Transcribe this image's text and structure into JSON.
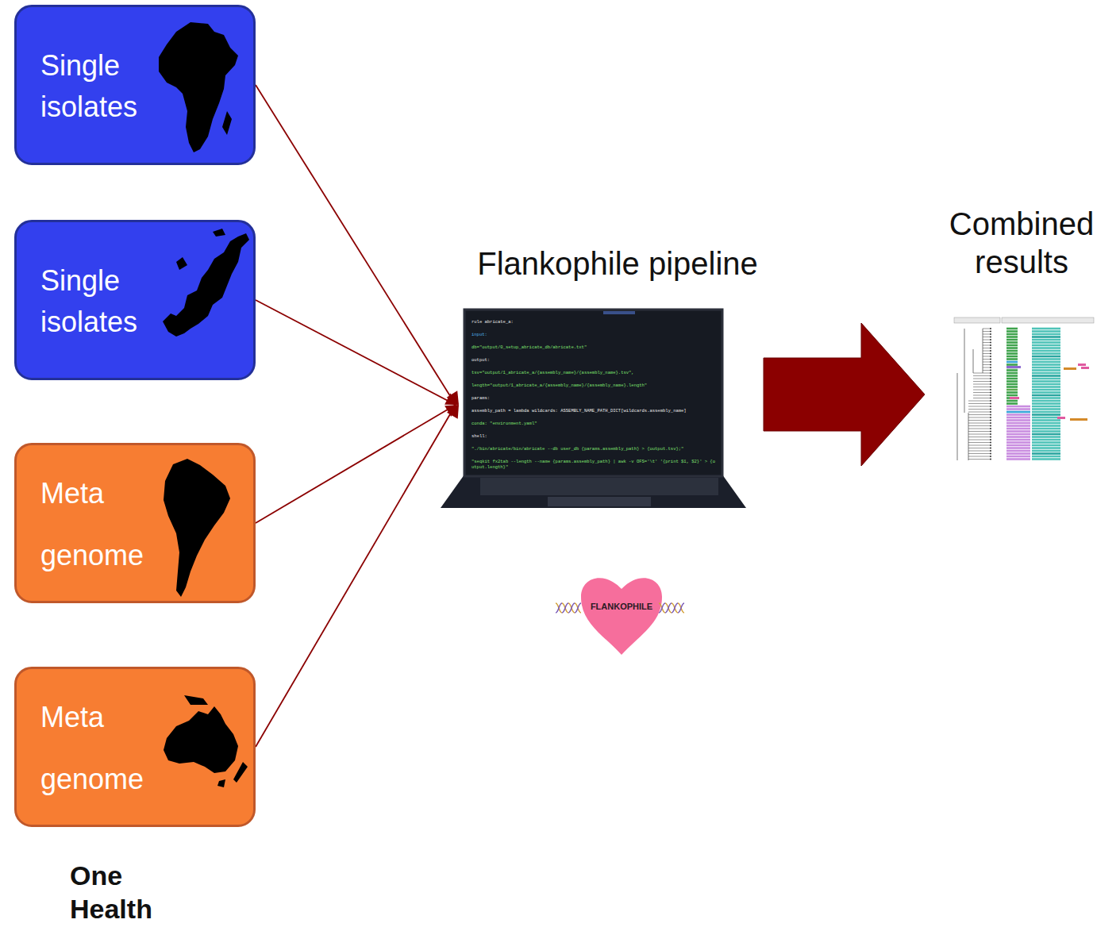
{
  "diagram": {
    "nodes": [
      {
        "text": [
          "Single isolates"
        ]
      },
      {
        "text": [
          "Single isolates"
        ]
      },
      {
        "text": [
          "Meta genome"
        ]
      },
      {
        "text": [
          "Meta genome"
        ]
      },
      {
        "text": [
          "Flankophile pipeline"
        ]
      },
      {
        "text": [
          "Combined results"
        ]
      },
      {
        "text": [
          "FLANKOPHILE"
        ]
      }
    ],
    "edges": [
      {
        "from": 0,
        "to": 4,
        "arrow": "to"
      },
      {
        "from": 1,
        "to": 4,
        "arrow": "to"
      },
      {
        "from": 2,
        "to": 4,
        "arrow": "to"
      },
      {
        "from": 3,
        "to": 4,
        "arrow": "to"
      },
      {
        "from": 4,
        "to": 5,
        "arrow": "to"
      }
    ],
    "labels": [
      "One Health",
      "rule abricate_a:",
      "input:",
      "db=\"output/0_setup_abricate_db/abricate.txt\"",
      "output:",
      "tsv=\"output/1_abricate_a/{assembly_name}/{assembly_name}.tsv\",",
      "length=\"output/1_abricate_a/{assembly_name}/{assembly_name}.length\"",
      "params:",
      "assembly_path = lambda wildcards: ASSEMBLY_NAME_PATH_DICT[wildcards.assembly_name]",
      "conda: \"environment.yaml\"",
      "shell:",
      "\"./bin/abricate/bin/abricate --db user_db {params.assembly_path} > {output.tsv};\"",
      "\"seqkit fx2tab --length --name {params.assembly_path} | awk -v OFS='\\t' '{print $1, $2}' > {output.length}\""
    ]
  }
}
